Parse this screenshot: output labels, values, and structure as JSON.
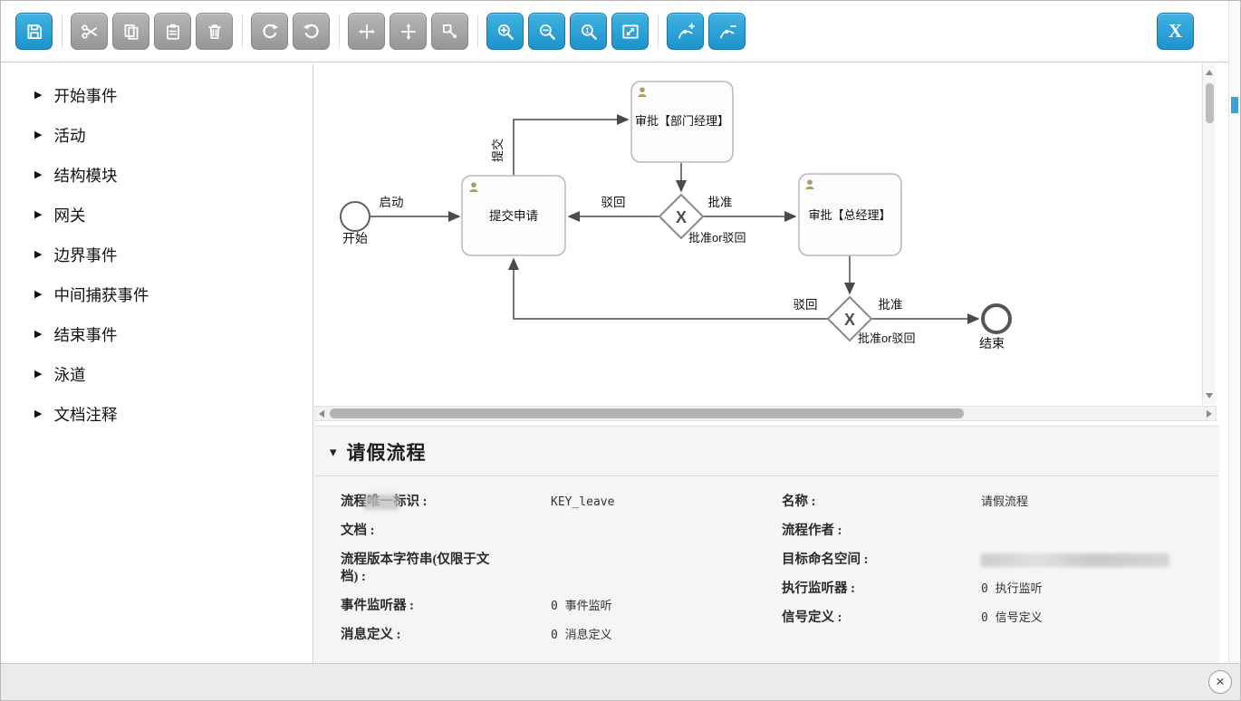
{
  "toolbar": {
    "x_label": "X",
    "buttons": [
      {
        "name": "save",
        "enabled": true
      },
      {
        "name": "cut",
        "enabled": false
      },
      {
        "name": "copy",
        "enabled": false
      },
      {
        "name": "paste",
        "enabled": false
      },
      {
        "name": "delete",
        "enabled": false
      },
      {
        "name": "redo",
        "enabled": false
      },
      {
        "name": "undo",
        "enabled": false
      },
      {
        "name": "align-horizontal",
        "enabled": false
      },
      {
        "name": "align-vertical",
        "enabled": false
      },
      {
        "name": "same-size",
        "enabled": false
      },
      {
        "name": "zoom-in",
        "enabled": true
      },
      {
        "name": "zoom-out",
        "enabled": true
      },
      {
        "name": "zoom-actual",
        "enabled": true
      },
      {
        "name": "zoom-fit",
        "enabled": true
      },
      {
        "name": "add-bendpoint",
        "enabled": true
      },
      {
        "name": "remove-bendpoint",
        "enabled": true
      }
    ]
  },
  "palette": {
    "items": [
      {
        "label": "开始事件"
      },
      {
        "label": "活动"
      },
      {
        "label": "结构模块"
      },
      {
        "label": "网关"
      },
      {
        "label": "边界事件"
      },
      {
        "label": "中间捕获事件"
      },
      {
        "label": "结束事件"
      },
      {
        "label": "泳道"
      },
      {
        "label": "文档注释"
      }
    ]
  },
  "diagram": {
    "start_label": "开始",
    "flow_start_label": "启动",
    "task_submit_label": "提交申请",
    "flow_submit_label": "提交",
    "task_dept_manager_label": "审批【部门经理】",
    "gateway1_label": "批准or驳回",
    "flow_reject1_label": "驳回",
    "flow_approve1_label": "批准",
    "task_general_manager_label": "审批【总经理】",
    "gateway2_label": "批准or驳回",
    "flow_reject2_label": "驳回",
    "flow_approve2_label": "批准",
    "end_label": "结束",
    "gateway_x": "X"
  },
  "properties": {
    "title": "请假流程",
    "left": [
      {
        "label": "流程唯一标识 :",
        "value": "KEY_leave"
      },
      {
        "label": "文档 :",
        "value": ""
      },
      {
        "label": "流程版本字符串(仅限于文档) :",
        "value": ""
      },
      {
        "label": "事件监听器 :",
        "value": "0 事件监听"
      },
      {
        "label": "消息定义 :",
        "value": "0 消息定义"
      }
    ],
    "right": [
      {
        "label": "名称 :",
        "value": "请假流程"
      },
      {
        "label": "流程作者 :",
        "value": ""
      },
      {
        "label": "目标命名空间 :",
        "value": ""
      },
      {
        "label": "执行监听器 :",
        "value": "0 执行监听"
      },
      {
        "label": "信号定义 :",
        "value": "0 信号定义"
      }
    ]
  },
  "footer": {
    "close_label": "×"
  }
}
